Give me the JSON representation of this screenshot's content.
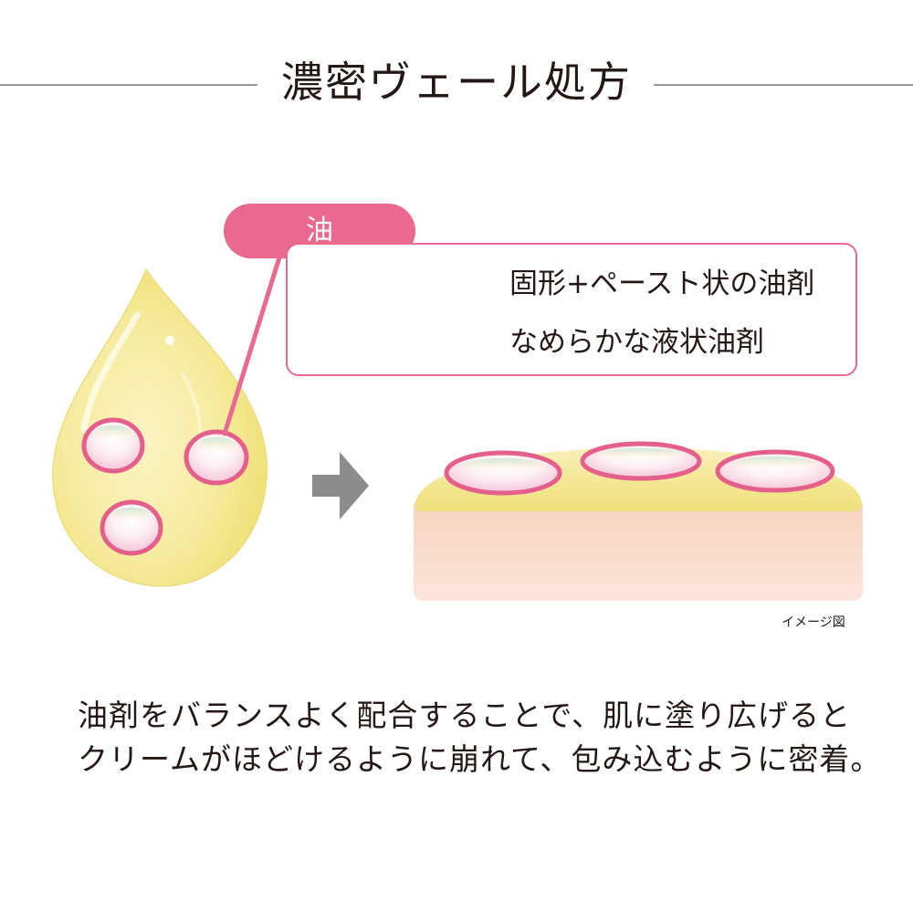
{
  "title": "濃密ヴェール処方",
  "oil_tag": "油",
  "legend": {
    "solid_paste": "固形+ペースト状の油剤",
    "liquid": "なめらかな液状油剤"
  },
  "image_note": "イメージ図",
  "description": {
    "line1": "油剤をバランスよく配合することで、肌に塗り広げると",
    "line2": "クリームがほどけるように崩れて、包み込むように密着。"
  },
  "colors": {
    "accent_pink": "#e9698f",
    "oil_yellow": "#f3e98a",
    "skin": "#f5c9b3",
    "arrow_gray": "#8c8c8c",
    "rule_gray": "#9a9a9a"
  }
}
